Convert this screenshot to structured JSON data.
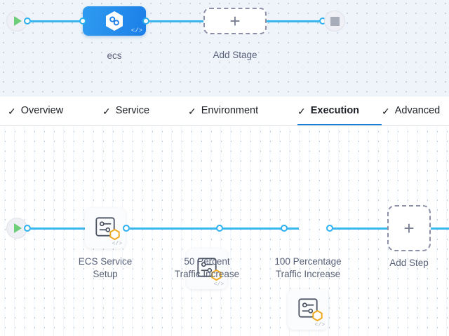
{
  "stage_graph": {
    "start_node": {
      "icon": "play-icon",
      "name": "pipeline-start"
    },
    "end_node": {
      "icon": "stop-icon",
      "name": "pipeline-end"
    },
    "stage": {
      "label": "ecs",
      "icon": "service-hexagon-icon",
      "code_icon": "</>"
    },
    "add_stage": {
      "label": "Add Stage",
      "icon": "plus-icon"
    }
  },
  "tabs": [
    {
      "label": "Overview",
      "check": "✓",
      "active": false
    },
    {
      "label": "Service",
      "check": "✓",
      "active": false
    },
    {
      "label": "Environment",
      "check": "✓",
      "active": false
    },
    {
      "label": "Execution",
      "check": "✓",
      "active": true
    },
    {
      "label": "Advanced",
      "check": "✓",
      "active": false
    }
  ],
  "step_graph": {
    "start_node": {
      "icon": "play-icon",
      "name": "execution-start"
    },
    "steps": [
      {
        "label_line1": "ECS Service",
        "label_line2": "Setup",
        "icon": "step-settings-icon",
        "badge": "hexagon-badge",
        "code_icon": "</>"
      },
      {
        "label_line1": "50 Percent",
        "label_line2": "Traffic Increase",
        "icon": "step-settings-icon",
        "badge": "hexagon-badge",
        "code_icon": "</>"
      },
      {
        "label_line1": "100 Percentage",
        "label_line2": "Traffic Increase",
        "icon": "step-settings-icon",
        "badge": "hexagon-badge",
        "code_icon": "</>"
      }
    ],
    "add_step": {
      "label": "Add Step",
      "icon": "plus-icon"
    }
  },
  "colors": {
    "accent_blue": "#1a7fd4",
    "wire_blue": "#38b6f0",
    "stage_blue": "#1c7fe8",
    "badge_orange": "#f0a81e",
    "start_green": "#6fce79",
    "stop_gray": "#a8adba"
  }
}
